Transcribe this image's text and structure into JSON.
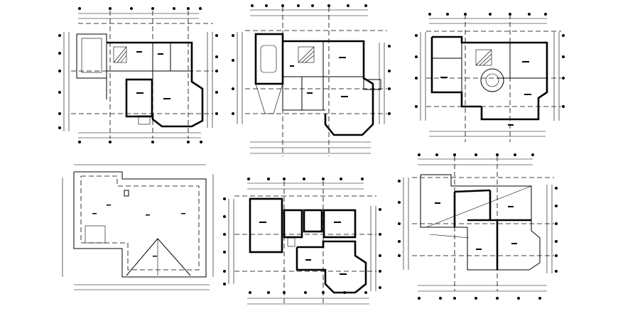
{
  "drawing": {
    "sheet_title": "",
    "line_color": "#000000",
    "background_color": "#ffffff",
    "panels": [
      {
        "id": "plan-1",
        "kind": "floor-plan"
      },
      {
        "id": "plan-2",
        "kind": "floor-plan"
      },
      {
        "id": "plan-3",
        "kind": "floor-plan"
      },
      {
        "id": "plan-4",
        "kind": "roof-plan"
      },
      {
        "id": "plan-5",
        "kind": "floor-plan"
      },
      {
        "id": "plan-6",
        "kind": "floor-plan"
      }
    ]
  }
}
